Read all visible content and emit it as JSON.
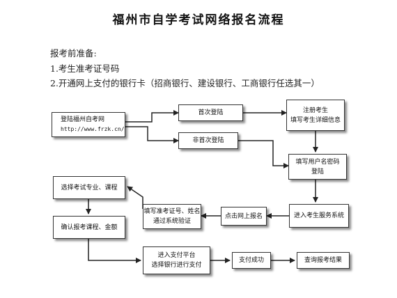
{
  "title": "福州市自学考试网络报名流程",
  "preparation": {
    "heading": "报考前准备:",
    "items": [
      "1.考生准考证号码",
      "2.开通网上支付的银行卡（招商银行、建设银行、工商银行任选其一）"
    ]
  },
  "flow": {
    "login_site": {
      "line1": "登陆福州自考网",
      "line2": "http://www.frzk.cn/"
    },
    "first_login": "首次登陆",
    "not_first_login": "非首次登陆",
    "register": {
      "line1": "注册考生",
      "line2": "填写考生详细信息"
    },
    "fill_account": {
      "line1": "填写用户名密码",
      "line2": "登陆"
    },
    "enter_system": "进入考生服务系统",
    "click_register": "点击网上报名",
    "verify": {
      "line1": "填写准考证号、姓名",
      "line2": "通过系统验证"
    },
    "choose_course": "选择考试专业、课程",
    "confirm": "确认报考课程、金额",
    "payment": {
      "line1": "进入支付平台",
      "line2": "选择银行进行支付"
    },
    "pay_success": "支付成功",
    "query_result": "查询报考结果"
  }
}
